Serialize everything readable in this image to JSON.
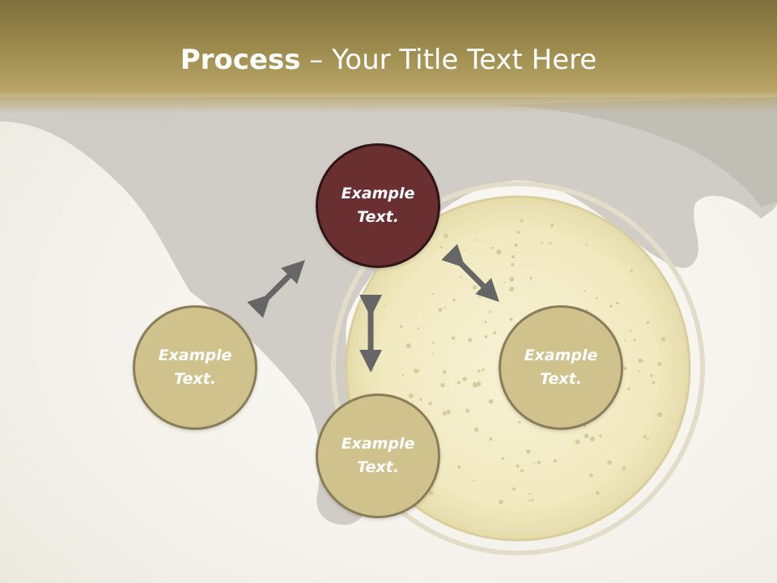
{
  "title": {
    "bold": "Process",
    "rest": " – Your Title Text Here"
  },
  "nodes": [
    {
      "line1": "Example",
      "line2": "Text."
    },
    {
      "line1": "Example",
      "line2": "Text."
    },
    {
      "line1": "Example",
      "line2": "Text."
    },
    {
      "line1": "Example",
      "line2": "Text."
    }
  ],
  "colors": {
    "title_bar": "#9f8d50",
    "node_fill": "#cfc28c",
    "node_border": "#8a7d58",
    "top_node_fill": "#6a3031",
    "arrow": "#666666"
  },
  "icons": [
    "double-arrow-icon"
  ]
}
